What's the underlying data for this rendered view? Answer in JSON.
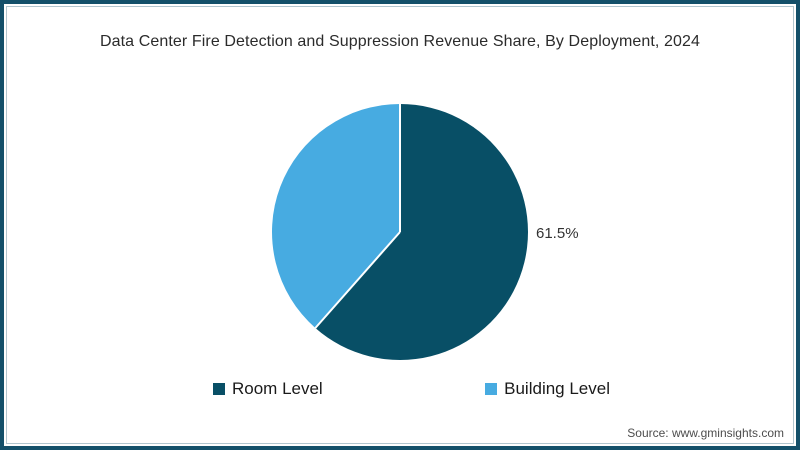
{
  "title": "Data Center Fire Detection and Suppression Revenue Share, By Deployment, 2024",
  "source": "Source: www.gminsights.com",
  "colors": {
    "frame_border": "#14506A",
    "inner_border": "#B3C6CF",
    "background": "#FFFFFF",
    "title_text": "#2B2B2B",
    "data_label_text": "#333333",
    "source_text": "#4D4D4D",
    "slice_divider": "#FFFFFF"
  },
  "chart_data": {
    "type": "pie",
    "title": "Data Center Fire Detection and Suppression Revenue Share, By Deployment, 2024",
    "labels": [
      "Room Level",
      "Building Level"
    ],
    "values": [
      61.5,
      38.5
    ],
    "colors": [
      "#084F66",
      "#47ABE1"
    ],
    "data_labels": [
      "61.5%",
      ""
    ],
    "start_angle_deg": 0,
    "direction": "clockwise",
    "legend_position": "bottom"
  }
}
